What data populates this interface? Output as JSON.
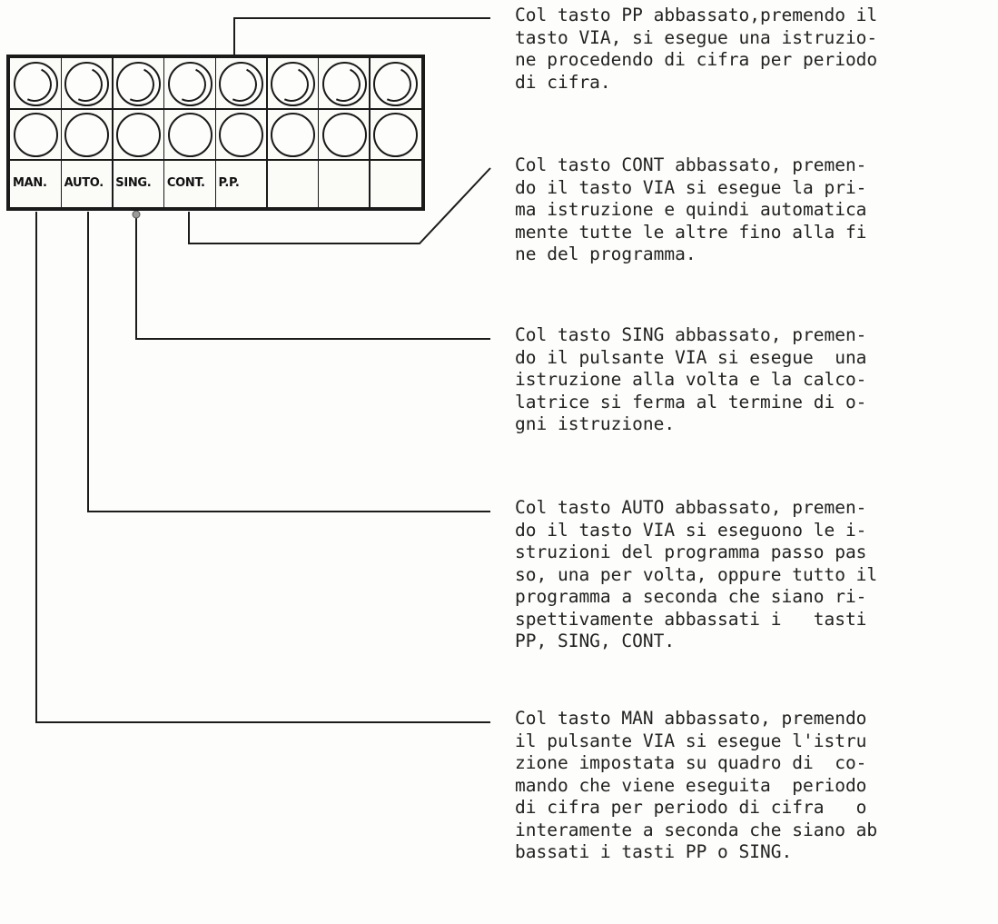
{
  "panel": {
    "columns": 8,
    "lamp_rows": 2,
    "key_labels": [
      "MAN.",
      "AUTO.",
      "SING.",
      "CONT.",
      "P.P.",
      "",
      "",
      ""
    ]
  },
  "descriptions": [
    {
      "key": "PP",
      "lines": [
        "Col tasto PP abbassato,premendo il",
        "tasto VIA, si esegue una istruzio-",
        "ne procedendo di cifra per periodo",
        "di cifra."
      ]
    },
    {
      "key": "CONT",
      "lines": [
        "Col tasto CONT abbassato, premen-",
        "do il tasto VIA si esegue la pri-",
        "ma istruzione e quindi automatica",
        "mente tutte le altre fino alla fi",
        "ne del programma."
      ]
    },
    {
      "key": "SING",
      "lines": [
        "Col tasto SING abbassato, premen-",
        "do il pulsante VIA si esegue  una",
        "istruzione alla volta e la calco-",
        "latrice si ferma al termine di o-",
        "gni istruzione."
      ]
    },
    {
      "key": "AUTO",
      "lines": [
        "Col tasto AUTO abbassato, premen-",
        "do il tasto VIA si eseguono le i-",
        "struzioni del programma passo pas",
        "so, una per volta, oppure tutto il",
        "programma a seconda che siano ri-",
        "spettivamente abbassati i   tasti",
        "PP, SING, CONT."
      ]
    },
    {
      "key": "MAN",
      "lines": [
        "Col tasto MAN abbassato, premendo",
        "il pulsante VIA si esegue l'istru",
        "zione impostata su quadro di  co-",
        "mando che viene eseguita  periodo",
        "di cifra per periodo di cifra   o",
        "interamente a seconda che siano ab",
        "bassati i tasti PP o SING."
      ]
    }
  ]
}
